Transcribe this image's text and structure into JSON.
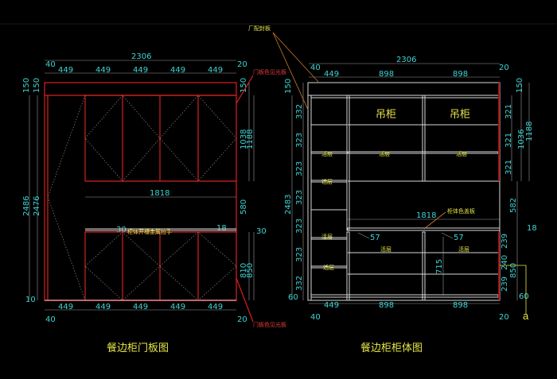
{
  "left_drawing": {
    "title": "餐边柜门板图",
    "top_dims": {
      "total": "2306",
      "left_offset": "40",
      "right_offset": "20",
      "widths": [
        "449",
        "449",
        "449",
        "449",
        "449"
      ]
    },
    "bottom_dims": {
      "left_offset": "40",
      "right_offset": "20",
      "widths": [
        "449",
        "449",
        "449",
        "449",
        "449"
      ]
    },
    "left_dims": {
      "outer": "2486",
      "inner": "2476",
      "top_a": "150",
      "top_b": "150",
      "bottom": "10"
    },
    "right_dims": {
      "top": "150",
      "upper_door": "1038",
      "upper_total": "1188",
      "open": "580",
      "gap": "30",
      "lower_door": "810",
      "lower_total": "850"
    },
    "middle_width": "1818",
    "handle_left": "30",
    "handle_right": "18",
    "handle_label": "柜体开槽金属拉手",
    "callout_top": "门板色见光板",
    "callout_bottom": "门板色见光板"
  },
  "right_drawing": {
    "title": "餐边柜柜体图",
    "callout_top": "厂配封板",
    "top_dims": {
      "total": "2306",
      "left_offset": "40",
      "right_offset": "20",
      "widths": [
        "449",
        "898",
        "898"
      ]
    },
    "bottom_dims": {
      "left_offset": "40",
      "right_offset": "20",
      "widths": [
        "449",
        "898",
        "898"
      ]
    },
    "left_dims": {
      "outer": "2483",
      "top": "150",
      "rows": [
        "332",
        "323",
        "323",
        "323",
        "323",
        "323",
        "332"
      ],
      "bottom": "60"
    },
    "right_dims": {
      "top": "150",
      "upper_rows": [
        "321",
        "321",
        "321"
      ],
      "upper_inner": "1036",
      "upper_total": "1188",
      "open": "582",
      "counter": "18",
      "lower_rows": [
        "239",
        "240",
        "239"
      ],
      "lower_total": "850",
      "bottom": "60"
    },
    "middle_width": "1818",
    "counter_label": "柜体色盖板",
    "hanging_cabinet": [
      "吊柜",
      "吊柜"
    ],
    "shelf_label": "活层",
    "inset_left": "57",
    "inset_right": "57",
    "inner_height": "715",
    "marker": "a"
  }
}
